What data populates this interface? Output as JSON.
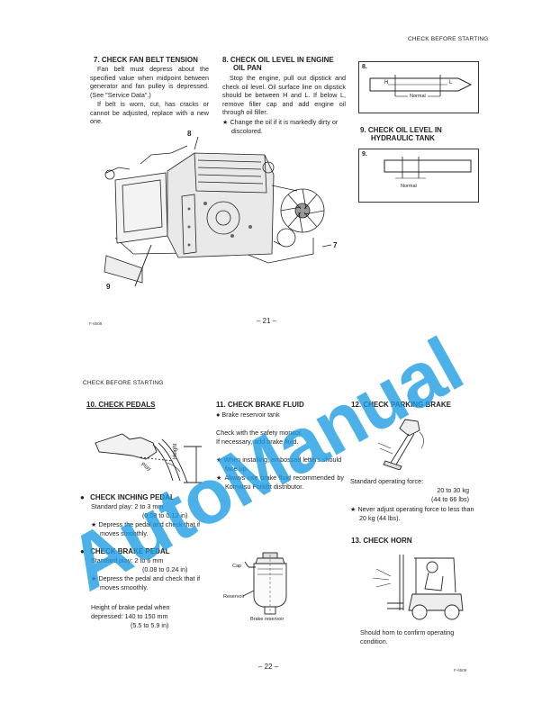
{
  "top": {
    "header": "CHECK BEFORE STARTING",
    "s7": {
      "title": "7.  CHECK FAN BELT TENSION",
      "p1": "Fan belt must depress about the specified value when midpoint between generator and fan pulley is depressed. (See \"Service Data\".)",
      "p2": "If belt is worn, cut, has cracks or cannot be adjusted, replace with a new one."
    },
    "s8": {
      "title1": "8.  CHECK OIL LEVEL IN ENGINE",
      "title2": "OIL PAN",
      "p1": "Stop the engine, pull out dipstick and check oil level. Oil surface line on dipstick should be between H and L. If below L, remove filler cap and add engine oil through oil filler.",
      "note": "★ Change the oil if it is markedly dirty or discolored.",
      "fig_num": "8.",
      "fig_h": "H",
      "fig_l": "L",
      "fig_normal": "Normal"
    },
    "s9": {
      "title1": "9.  CHECK OIL LEVEL IN",
      "title2": "HYDRAULIC TANK",
      "fig_num": "9.",
      "fig_normal": "Normal"
    },
    "engine_callouts": {
      "c8": "8",
      "c7": "7",
      "c9": "9"
    },
    "code": "F-6508",
    "page": "– 21 –"
  },
  "bottom": {
    "header": "CHECK BEFORE STARTING",
    "s10": {
      "title": "10.  CHECK PEDALS",
      "fig_play": "Play",
      "fig_height": "Height",
      "inch_title": "CHECK INCHING PEDAL",
      "inch_play": "Standard play:  2 to 3 mm",
      "inch_play_in": "(0.08 to 0.12 in)",
      "inch_note": "★  Depress the pedal and check that if moves smoothly.",
      "brake_title": "CHECK BRAKE PEDAL",
      "brake_play": "Standard play:  2 to 6 mm",
      "brake_play_in": "(0.08 to 0.24 in)",
      "brake_note": "★  Depress the pedal and check that if moves smoothly.",
      "height_line1": "Height of brake pedal when",
      "height_line2": "depressed:  140 to 150 mm",
      "height_line3": "(5.5 to 5.9 in)"
    },
    "s11": {
      "title": "11.  CHECK BRAKE FLUID",
      "bullet": "●  Brake reservoir tank",
      "p1": "Check with the safety monitor.",
      "p2": "If necessary, add brake fluid.",
      "note1": "★  When installing, embossed letters should face up.",
      "note2": "★  Always use brake fluid recommended by Komatsu Forklift distributor.",
      "fig_cap": "Cap",
      "fig_reservoir": "Reservoir",
      "fig_caption": "Brake reservoir"
    },
    "s12": {
      "title": "12.  CHECK PARKING BRAKE",
      "force_label": "Standard operating force:",
      "force_kg": "20 to 30 kg",
      "force_lbs": "(44 to 66 lbs)",
      "note": "★  Never adjust operating force to less than 20 kg (44 lbs)."
    },
    "s13": {
      "title": "13.  CHECK HORN",
      "p1": "Should horn to confirm operating condition."
    },
    "page": "– 22 –",
    "code": "F-6509"
  },
  "watermark": "AutoManual"
}
